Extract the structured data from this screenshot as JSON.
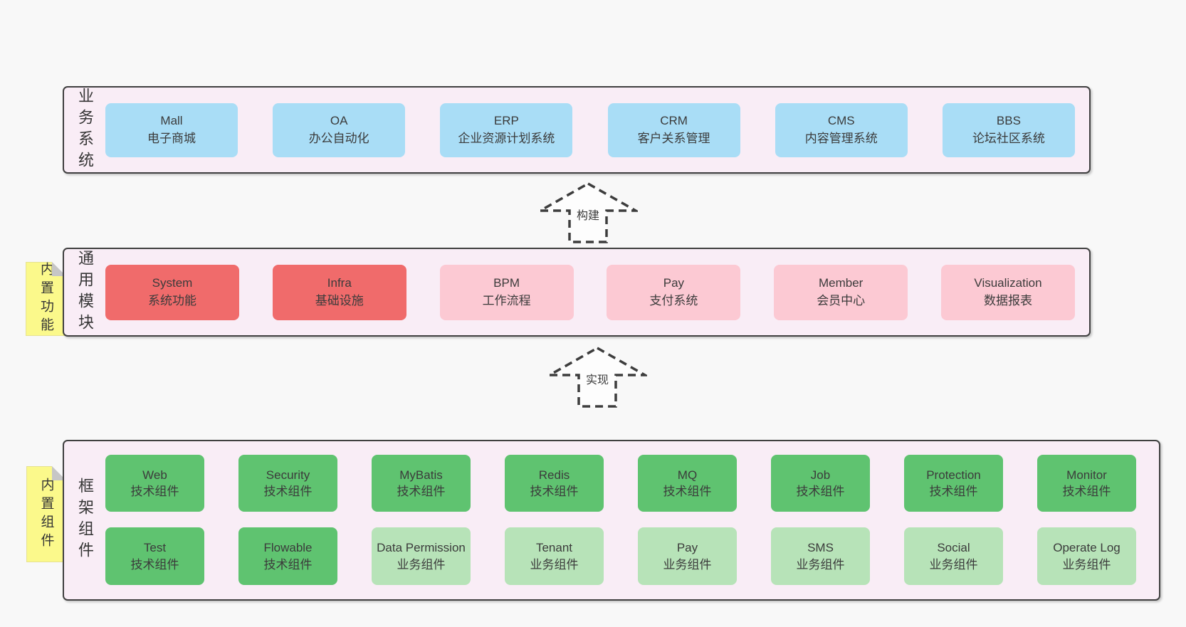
{
  "colors": {
    "page_bg": "#f8f8f8",
    "panel_bg": "#f9edf6",
    "panel_border": "#404040",
    "blue": "#a9ddf6",
    "red": "#f06b6b",
    "pink": "#fcc9d3",
    "green": "#5fc370",
    "light_green": "#b7e3b8",
    "note_bg": "#fbf98b",
    "note_fold": "#c6c6c6",
    "text": "#3b3b3b"
  },
  "sections": {
    "business": {
      "label": "业务系统",
      "boxes": [
        {
          "title": "Mall",
          "subtitle": "电子商城"
        },
        {
          "title": "OA",
          "subtitle": "办公自动化"
        },
        {
          "title": "ERP",
          "subtitle": "企业资源计划系统"
        },
        {
          "title": "CRM",
          "subtitle": "客户关系管理"
        },
        {
          "title": "CMS",
          "subtitle": "内容管理系统"
        },
        {
          "title": "BBS",
          "subtitle": "论坛社区系统"
        }
      ]
    },
    "arrow_build": {
      "label": "构建"
    },
    "modules": {
      "label": "通用模块",
      "note": "内置功能",
      "boxes": [
        {
          "title": "System",
          "subtitle": "系统功能",
          "variant": "red"
        },
        {
          "title": "Infra",
          "subtitle": "基础设施",
          "variant": "red"
        },
        {
          "title": "BPM",
          "subtitle": "工作流程",
          "variant": "pink"
        },
        {
          "title": "Pay",
          "subtitle": "支付系统",
          "variant": "pink"
        },
        {
          "title": "Member",
          "subtitle": "会员中心",
          "variant": "pink"
        },
        {
          "title": "Visualization",
          "subtitle": "数据报表",
          "variant": "pink"
        }
      ]
    },
    "arrow_implement": {
      "label": "实现"
    },
    "framework": {
      "label": "框架组件",
      "note": "内置组件",
      "boxes": [
        {
          "title": "Web",
          "subtitle": "技术组件",
          "variant": "green"
        },
        {
          "title": "Security",
          "subtitle": "技术组件",
          "variant": "green"
        },
        {
          "title": "MyBatis",
          "subtitle": "技术组件",
          "variant": "green"
        },
        {
          "title": "Redis",
          "subtitle": "技术组件",
          "variant": "green"
        },
        {
          "title": "MQ",
          "subtitle": "技术组件",
          "variant": "green"
        },
        {
          "title": "Job",
          "subtitle": "技术组件",
          "variant": "green"
        },
        {
          "title": "Protection",
          "subtitle": "技术组件",
          "variant": "green"
        },
        {
          "title": "Monitor",
          "subtitle": "技术组件",
          "variant": "green"
        },
        {
          "title": "Test",
          "subtitle": "技术组件",
          "variant": "green"
        },
        {
          "title": "Flowable",
          "subtitle": "技术组件",
          "variant": "green"
        },
        {
          "title": "Data Permission",
          "subtitle": "业务组件",
          "variant": "lightgreen"
        },
        {
          "title": "Tenant",
          "subtitle": "业务组件",
          "variant": "lightgreen"
        },
        {
          "title": "Pay",
          "subtitle": "业务组件",
          "variant": "lightgreen"
        },
        {
          "title": "SMS",
          "subtitle": "业务组件",
          "variant": "lightgreen"
        },
        {
          "title": "Social",
          "subtitle": "业务组件",
          "variant": "lightgreen"
        },
        {
          "title": "Operate Log",
          "subtitle": "业务组件",
          "variant": "lightgreen"
        }
      ]
    }
  }
}
